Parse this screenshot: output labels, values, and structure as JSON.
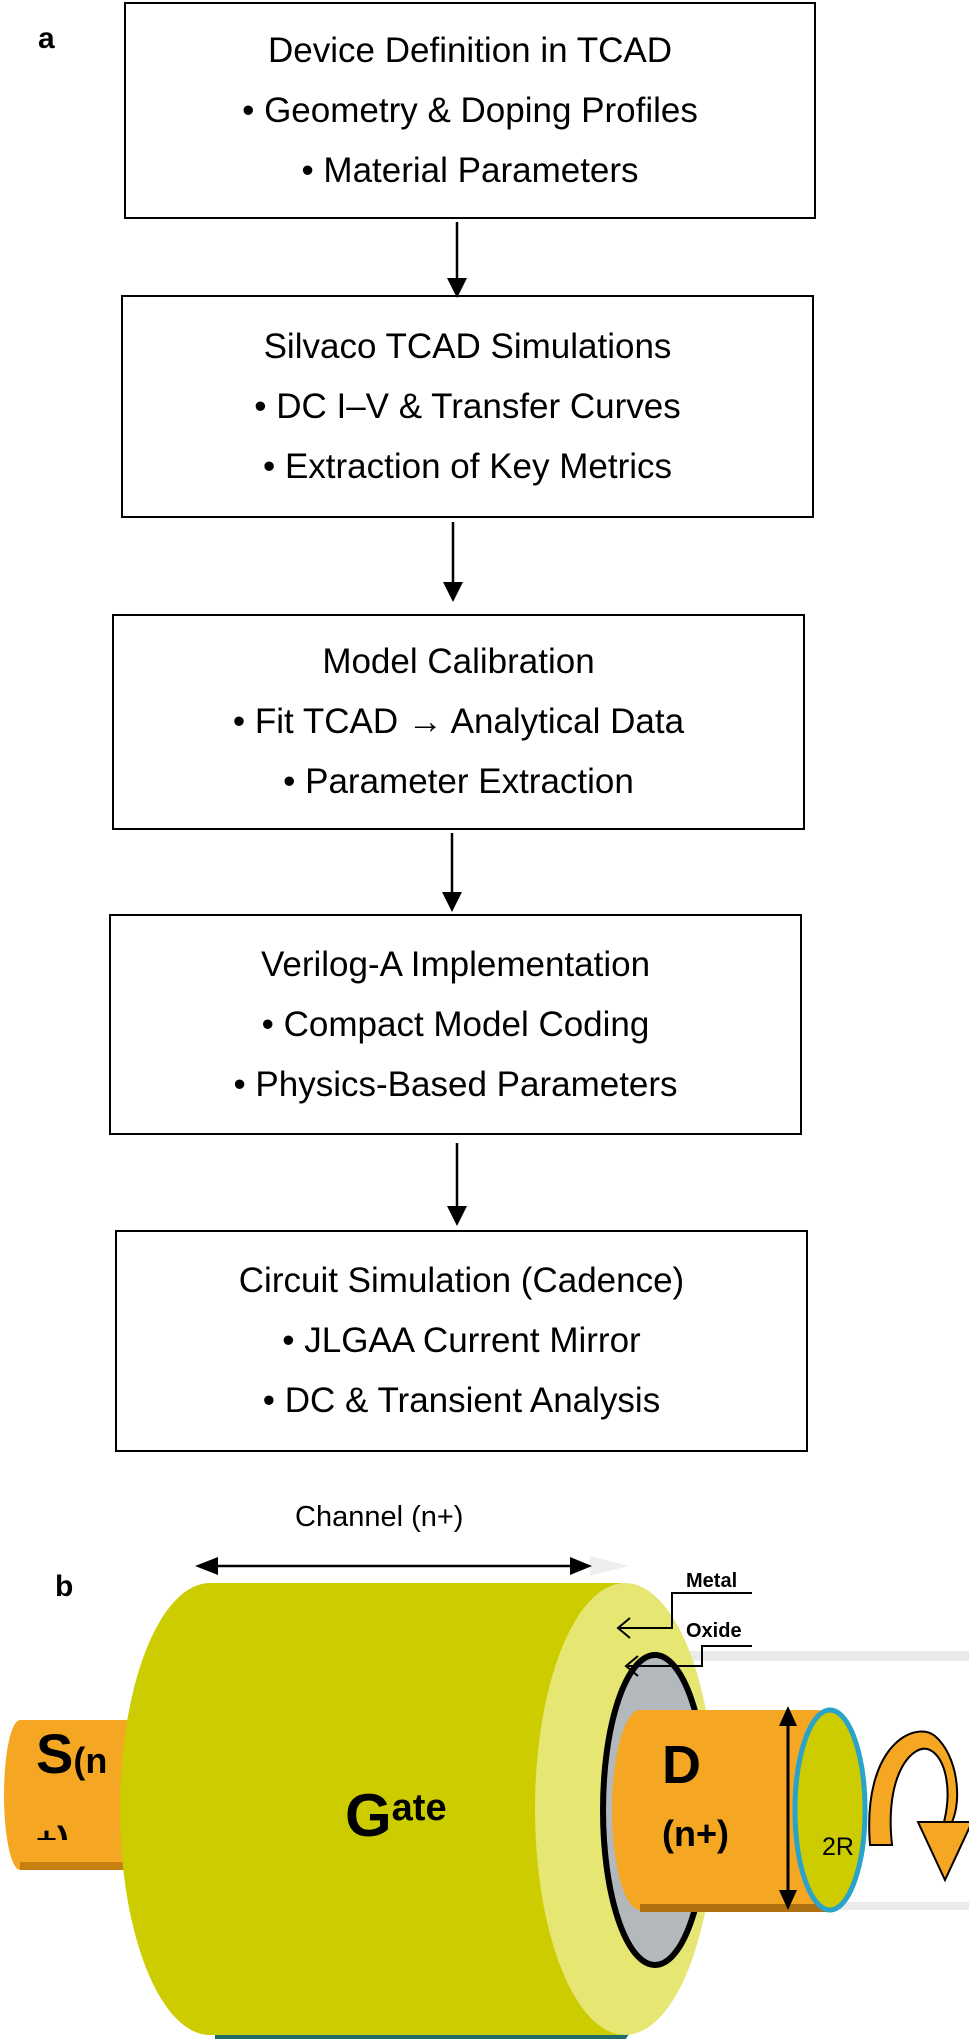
{
  "panels": {
    "a": "a",
    "b": "b"
  },
  "flow": [
    {
      "title": "Device Definition in TCAD",
      "bullets": [
        "• Geometry & Doping Profiles",
        "• Material Parameters"
      ]
    },
    {
      "title": "Silvaco TCAD Simulations",
      "bullets": [
        "• DC I–V & Transfer Curves",
        "• Extraction of Key Metrics"
      ]
    },
    {
      "title": "Model Calibration",
      "bullets": [
        "• Fit TCAD → Analytical Data",
        "• Parameter Extraction"
      ]
    },
    {
      "title": "Verilog-A Implementation",
      "bullets": [
        "• Compact Model Coding",
        "• Physics-Based Parameters"
      ]
    },
    {
      "title": "Circuit Simulation (Cadence)",
      "bullets": [
        "• JLGAA Current Mirror",
        "• DC & Transient Analysis"
      ]
    }
  ],
  "device": {
    "channel": "Channel  (n+)",
    "metal": "Metal",
    "oxide": "Oxide",
    "source_1": "S",
    "source_2": "(n",
    "source_3": "+)",
    "gate_cap": "G",
    "gate_rest": "ate",
    "drain_1": "D",
    "drain_2": "(n+)",
    "radius": "2R"
  },
  "colors": {
    "gate": "#cccc00",
    "gate_face": "#e6e673",
    "contact": "#f5a623",
    "oxide": "#b3b8bd",
    "drain_ring": "#29a3c9",
    "line": "#000000"
  }
}
